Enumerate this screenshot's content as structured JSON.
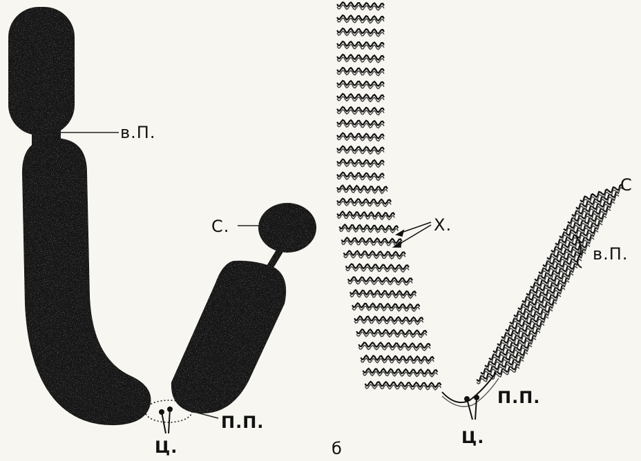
{
  "left_panel": {
    "labels": {
      "secondary_constriction": "в.П.",
      "satellite": "С.",
      "primary_constriction": "П.П.",
      "centromere": "Ц."
    }
  },
  "right_panel": {
    "panel_letter": "б",
    "labels": {
      "satellite": "С",
      "chromonemata": "Х.",
      "secondary_constriction": "в.П.",
      "primary_constriction": "П.П.",
      "centromere": "Ц."
    }
  },
  "colors": {
    "chromosome_fill": "#121212",
    "ink": "#111111",
    "background": "#f7f6f1"
  }
}
